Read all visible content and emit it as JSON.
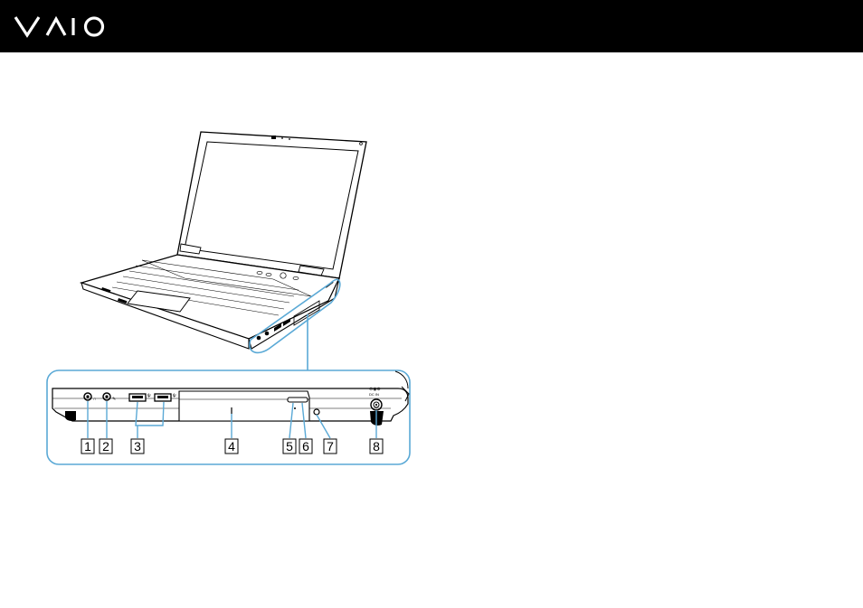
{
  "header": {
    "logo_text": "VAIO",
    "background_color": "#000000",
    "logo_color": "#ffffff"
  },
  "figure": {
    "accent_color": "#5aa9d6",
    "callouts": [
      "1",
      "2",
      "3",
      "4",
      "5",
      "6",
      "7",
      "8"
    ]
  }
}
